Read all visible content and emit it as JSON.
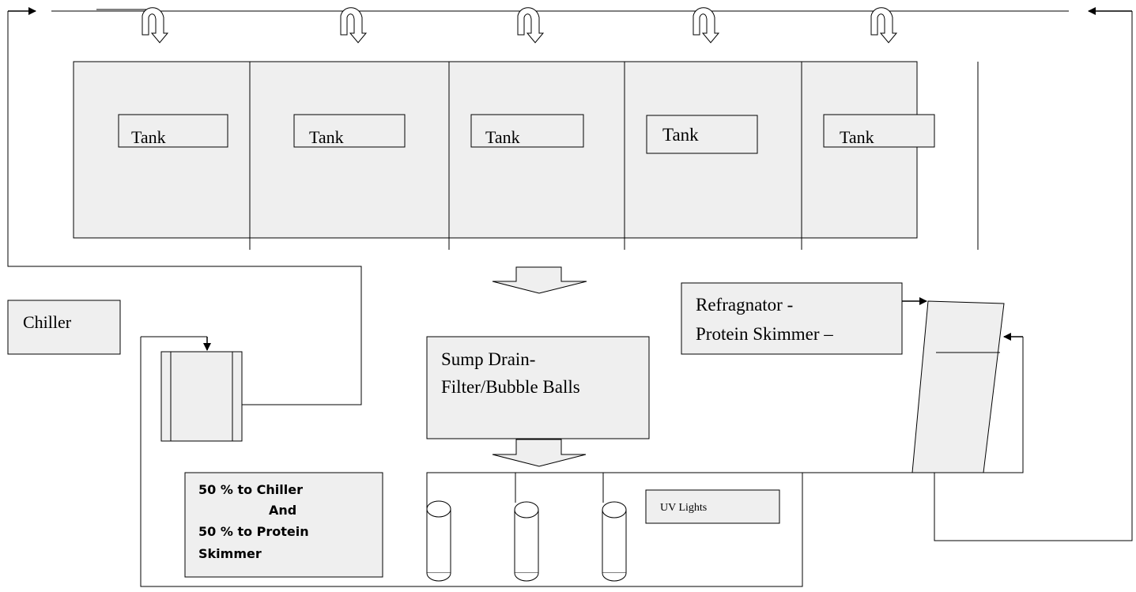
{
  "tanks": {
    "labels": [
      "Tank",
      "Tank",
      "Tank",
      "Tank",
      "Tank"
    ]
  },
  "components": {
    "chiller": "Chiller",
    "refragnator_line1": "Refragnator -",
    "refragnator_line2": "Protein Skimmer –",
    "sump_line1": "Sump Drain-",
    "sump_line2": "Filter/Bubble Balls",
    "uv_lights": "UV Lights"
  },
  "split_note": {
    "line1": "50 % to Chiller",
    "line2": "And",
    "line3": "50 % to Protein",
    "line4": "Skimmer"
  },
  "colors": {
    "box_fill": "#efefef",
    "line": "#000000",
    "background": "#ffffff"
  }
}
